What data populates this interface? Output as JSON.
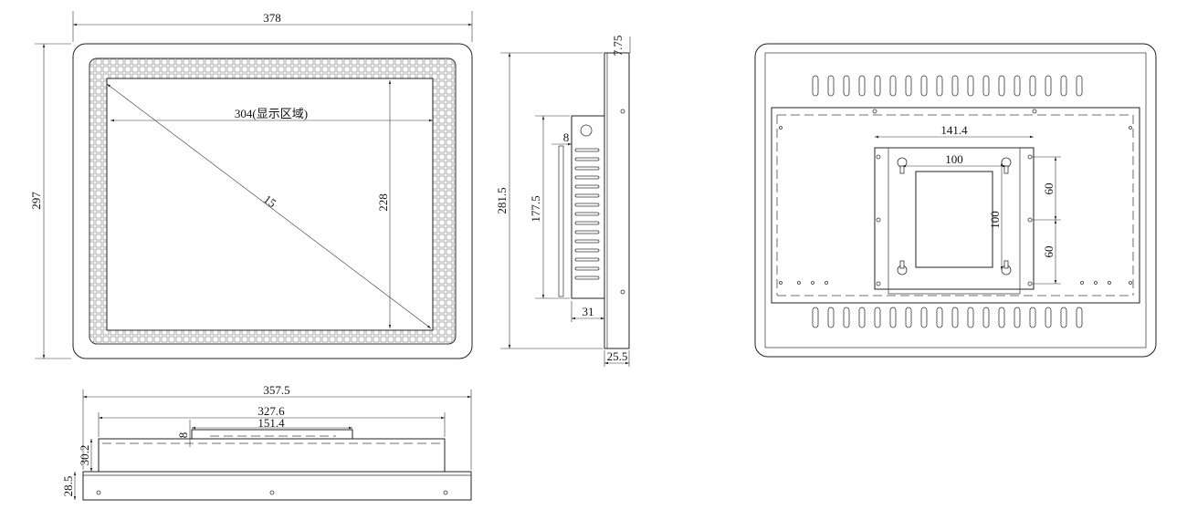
{
  "front_view": {
    "width": "378",
    "height": "297",
    "display_width": "304(显示区域)",
    "display_height": "228",
    "diagonal": "15"
  },
  "side_view": {
    "top_offset": "7.75",
    "height": "281.5",
    "bracket_height": "177.5",
    "bracket_offset": "8",
    "bracket_depth": "31",
    "depth": "25.5"
  },
  "back_view": {
    "plate_width": "141.4",
    "vesa_horizontal": "100",
    "vesa_vertical": "100",
    "spacing_upper": "60",
    "spacing_lower": "60"
  },
  "bottom_view": {
    "outer_width": "357.5",
    "inner_width": "327.6",
    "bracket_width": "151.4",
    "bracket_depth": "8",
    "body_depth": "30.2",
    "bezel_depth": "28.5"
  }
}
